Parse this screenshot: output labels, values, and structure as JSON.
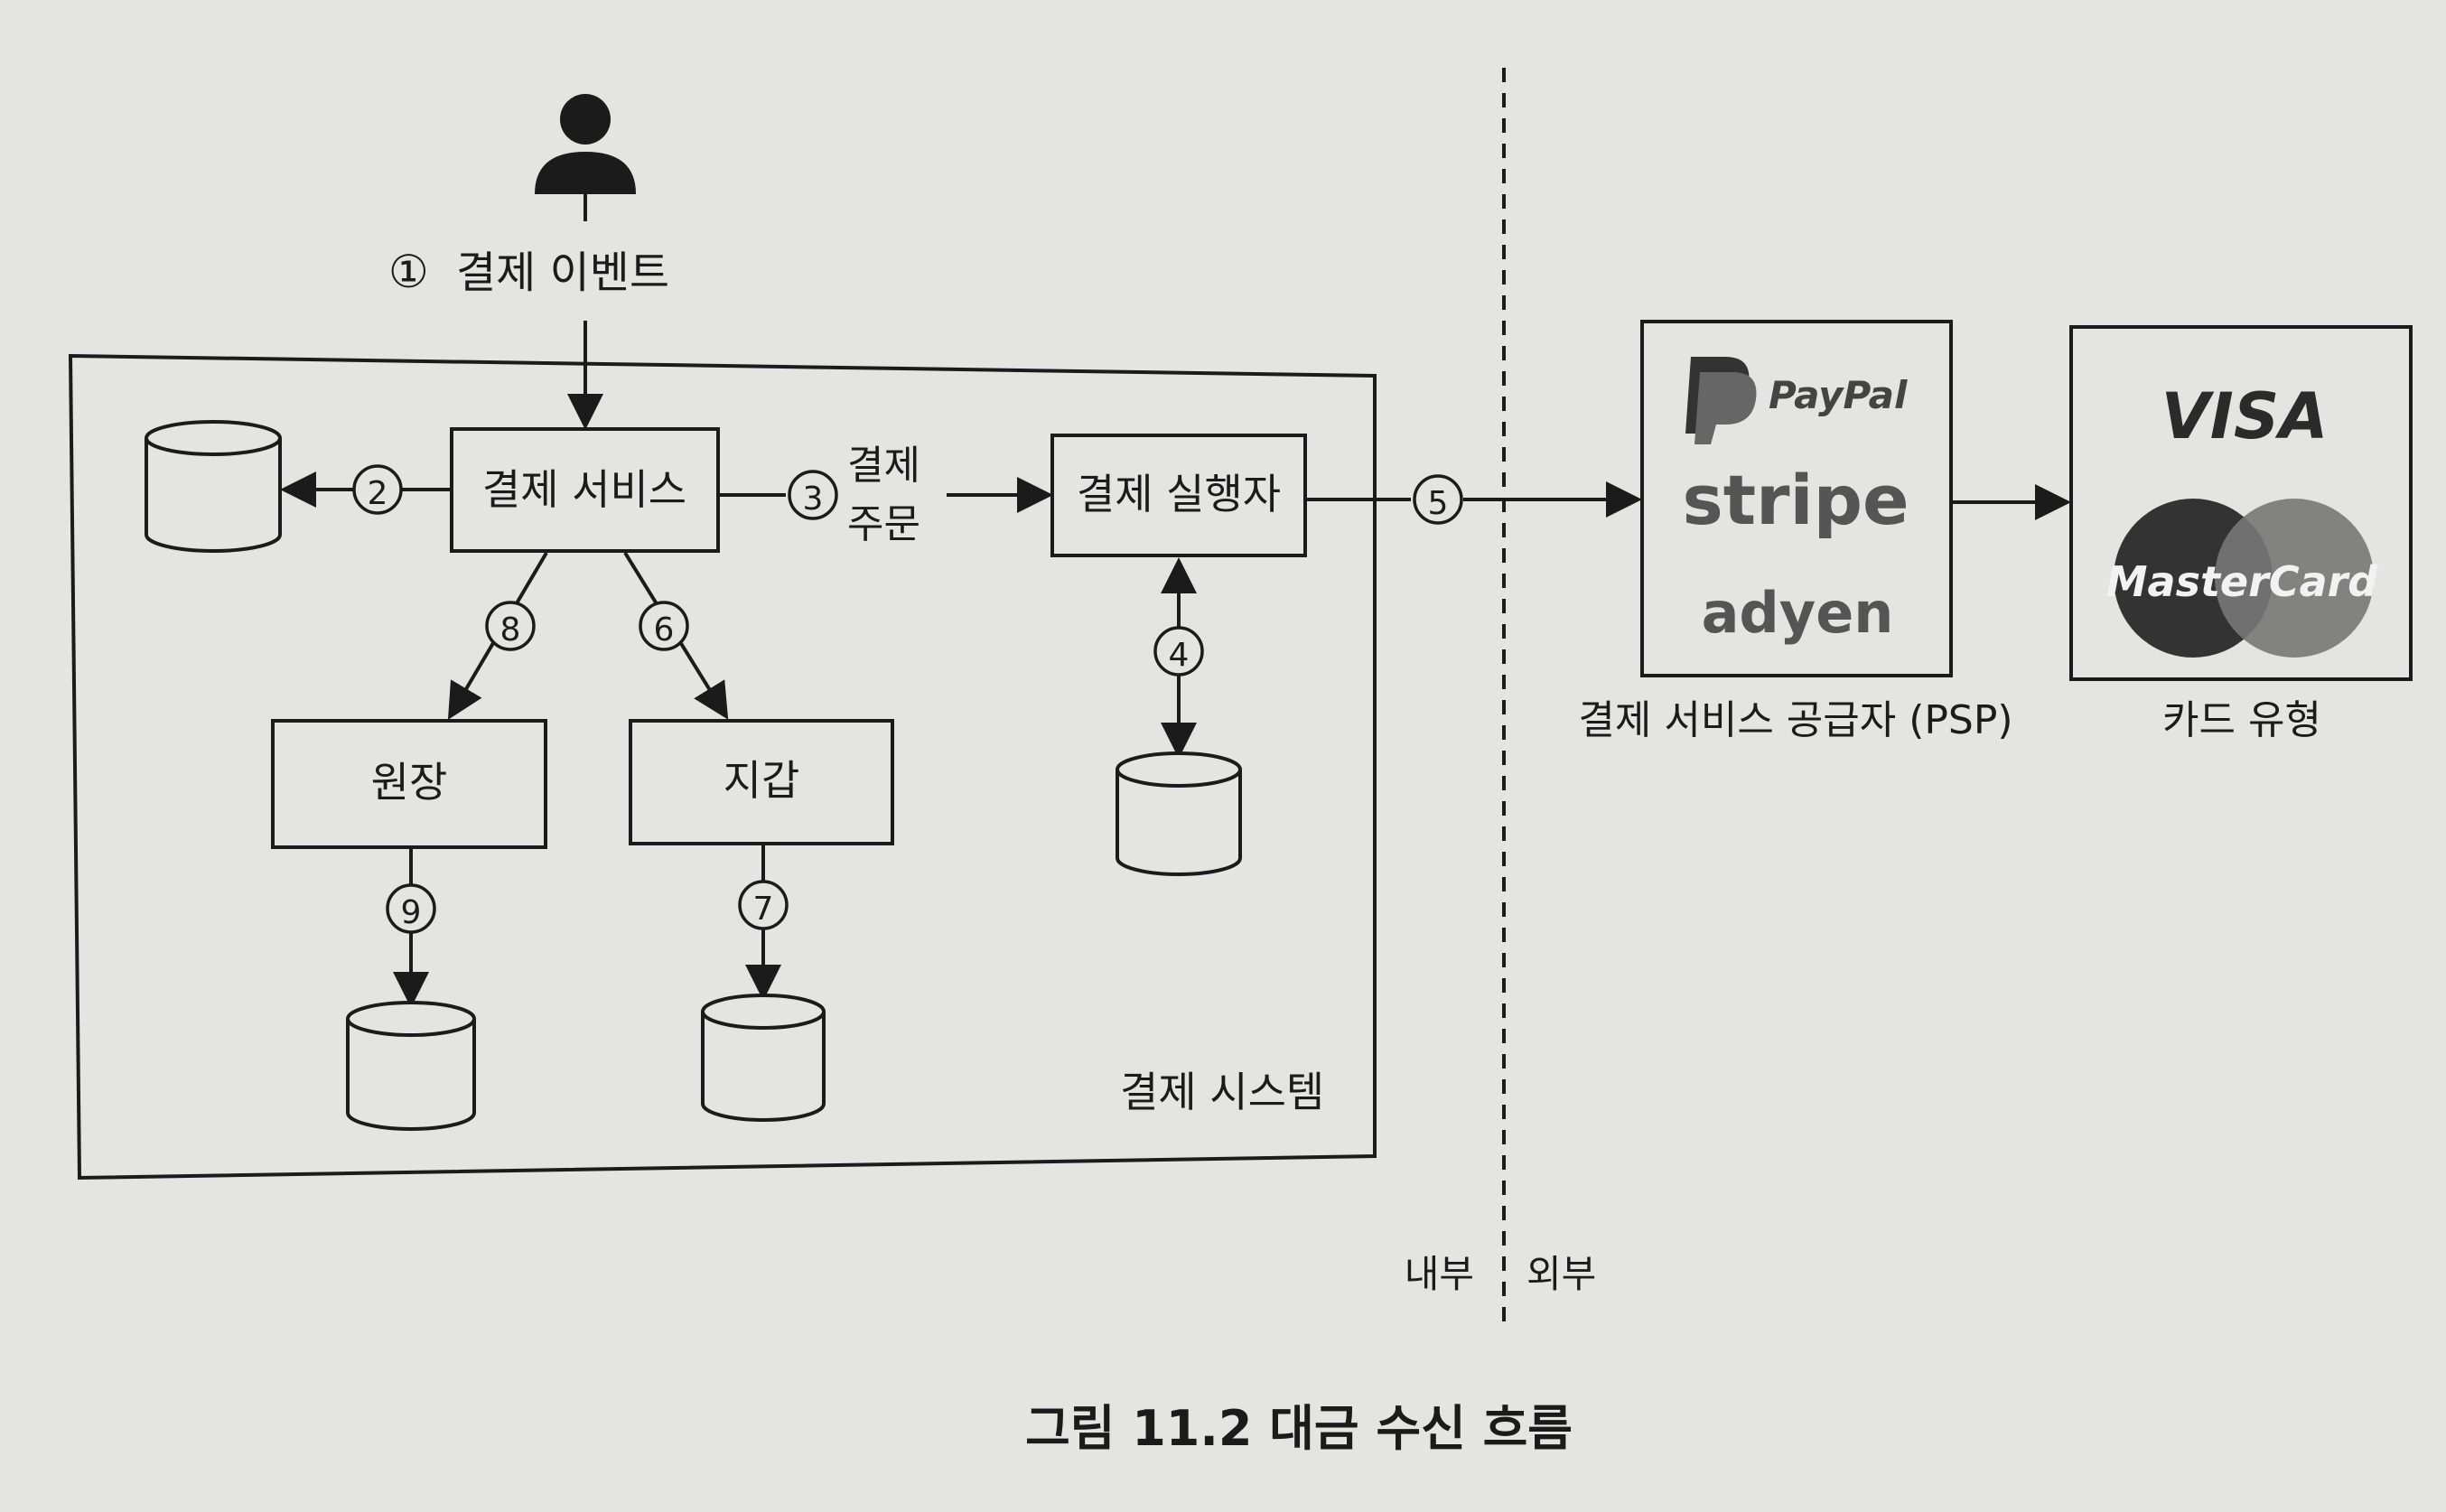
{
  "nodes": {
    "payment_service": "결제 서비스",
    "payment_executor": "결제 실행자",
    "ledger": "원장",
    "wallet": "지갑",
    "system_label": "결제 시스템",
    "psp_label": "결제 서비스 공급자 (PSP)",
    "card_label": "카드 유형"
  },
  "steps": {
    "s1": "①",
    "s1_text": "결제 이벤트",
    "s2": "2",
    "s3": "3",
    "s3_line1": "결제",
    "s3_line2": "주문",
    "s4": "4",
    "s5": "5",
    "s6": "6",
    "s7": "7",
    "s8": "8",
    "s9": "9"
  },
  "psp_logos": [
    "PayPal",
    "stripe",
    "adyen"
  ],
  "card_logos": [
    "VISA",
    "MasterCard"
  ],
  "boundary": {
    "internal": "내부",
    "external": "외부"
  },
  "caption": "그림 11.2 대금 수신 흐름",
  "icons": {
    "user": "user-icon",
    "database": "database-icon"
  },
  "colors": {
    "background": "#e4e4e2",
    "ink": "#1b1b1b",
    "logo_gray": "#555555"
  }
}
